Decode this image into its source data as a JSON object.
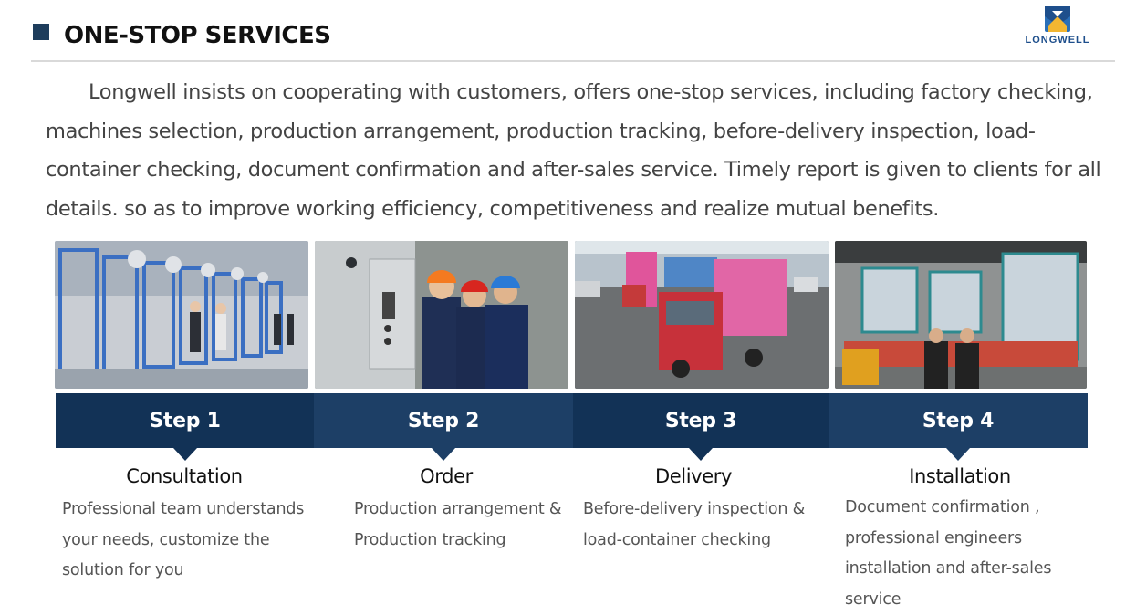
{
  "header": {
    "title": "ONE-STOP SERVICES",
    "logo_text": "LONGWELL"
  },
  "intro": "Longwell insists on cooperating with customers, offers one-stop services, including factory checking, machines selection, production arrangement, production tracking, before-delivery inspection, load-container checking, document confirmation and after-sales service. Timely report is given to clients for all details. so as to improve working efficiency, competitiveness and realize mutual benefits.",
  "colors": {
    "step_band_dark": "#123256",
    "step_band_light": "#1d3f66",
    "title_square": "#1e3d5c",
    "logo_blue": "#1e4f8c"
  },
  "steps": [
    {
      "label": "Step 1",
      "name": "Consultation",
      "description": "Professional team understands your  needs, customize the solution for you",
      "photo_icon": "factory-machines-photo"
    },
    {
      "label": "Step 2",
      "name": "Order",
      "description": "Production arrangement & Production tracking",
      "photo_icon": "engineers-control-panel-photo"
    },
    {
      "label": "Step 3",
      "name": "Delivery",
      "description": "Before-delivery inspection & load-container checking",
      "photo_icon": "container-truck-photo"
    },
    {
      "label": "Step 4",
      "name": "Installation",
      "description": "Document confirmation , professional engineers installation and after-sales service",
      "photo_icon": "installed-machines-photo"
    }
  ]
}
